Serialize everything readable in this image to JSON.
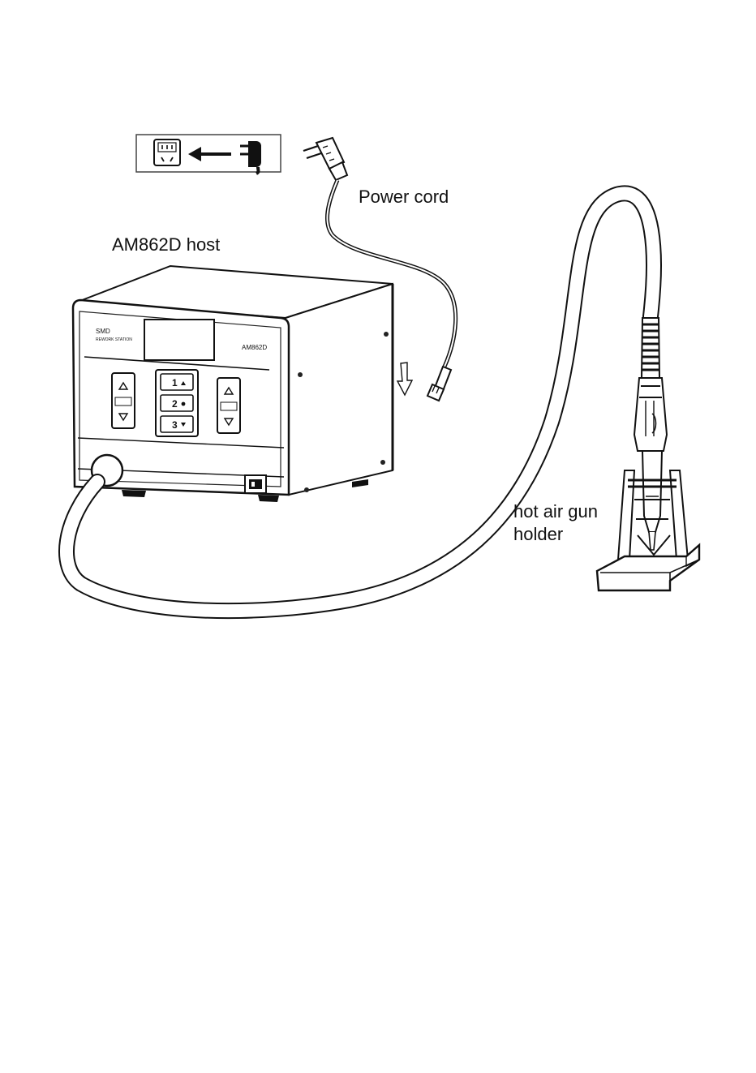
{
  "labels": {
    "host": "AM862D host",
    "power_cord": "Power cord",
    "gun_holder_line1": "hot air gun",
    "gun_holder_line2": "holder"
  },
  "front_panel": {
    "brand": "SMD",
    "subtitle": "REWORK STATION",
    "model": "AM862D",
    "preset_buttons": [
      "1",
      "2",
      "3"
    ]
  }
}
